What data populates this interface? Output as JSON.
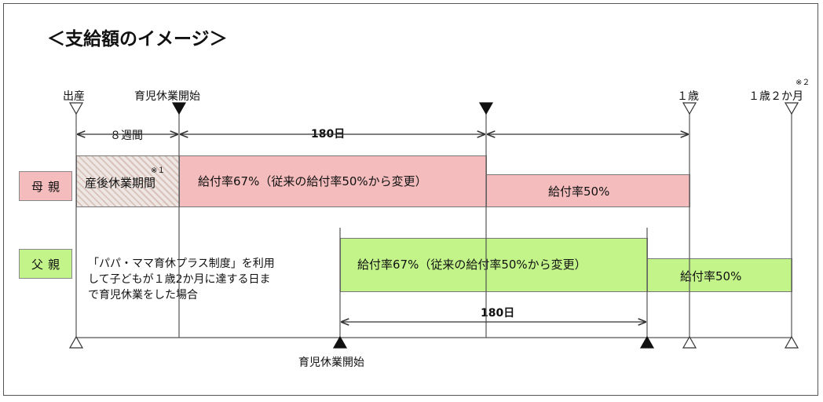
{
  "title": "＜支給額のイメージ＞",
  "top_labels": {
    "birth": "出産",
    "mother_leave_start": "育児休業開始",
    "age1": "１歳",
    "age1_2m": "１歳２か月",
    "note2": "※２"
  },
  "spans": {
    "eight_weeks": "８週間",
    "days180_mother": "180日",
    "days180_father": "180日"
  },
  "mother": {
    "tag": "母親",
    "postnatal": "産後休業期間",
    "note1": "※１",
    "rate67": "給付率67%（従来の給付率50%から変更）",
    "rate50": "給付率50%"
  },
  "father": {
    "tag": "父親",
    "rate67": "給付率67%（従来の給付率50%から変更）",
    "rate50": "給付率50%"
  },
  "description": [
    "「パパ・ママ育休プラス制度」を利用",
    "して子どもが１歳2か月に達する日ま",
    "で育児休業をした場合"
  ],
  "bottom_label": "育児休業開始",
  "colors": {
    "mother_fill": "#f4bcbc",
    "father_fill": "#c3f48a",
    "line": "#555555"
  }
}
